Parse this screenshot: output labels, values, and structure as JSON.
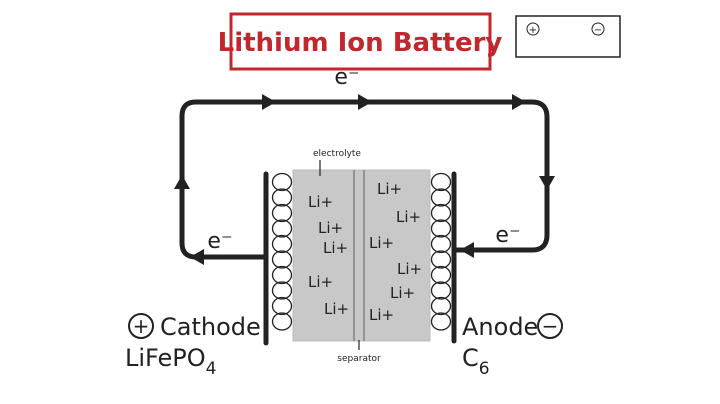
{
  "title": "Lithium Ion Battery",
  "colors": {
    "title_text": "#c0282d",
    "title_border": "#c0282d",
    "electrolyte_fill": "#c8c8c8",
    "ink": "#222222"
  },
  "battery_icon": {
    "plus": "+",
    "minus": "−"
  },
  "electron_top": "e⁻",
  "electron_left": "e⁻",
  "electron_right": "e⁻",
  "labels": {
    "electrolyte": "electrolyte",
    "separator": "separator"
  },
  "cathode": {
    "sign": "+",
    "name": "Cathode",
    "formula_main": "LiFePO",
    "formula_sub": "4"
  },
  "anode": {
    "sign": "−",
    "name": "Anode",
    "formula_main": "C",
    "formula_sub": "6"
  },
  "ions_left": [
    "Li+",
    "Li+",
    "Li+",
    "Li+",
    "Li+"
  ],
  "ions_right": [
    "Li+",
    "Li+",
    "Li+",
    "Li+",
    "Li+",
    "Li+"
  ]
}
